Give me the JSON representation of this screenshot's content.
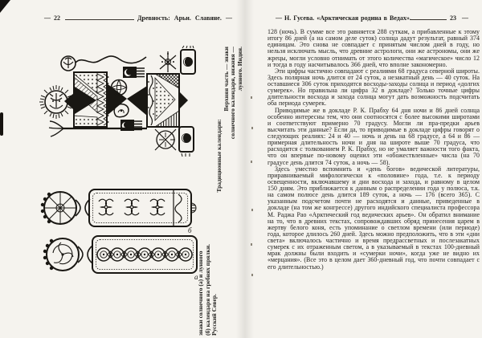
{
  "left_page": {
    "dash_left": "—",
    "page_number": "22",
    "running_title": "Древность:  Арьи.  Славяне.",
    "dash_right": "—",
    "figure": {
      "label_a": "а",
      "label_b": "б",
      "caption_heading": "Традиционные календари:",
      "caption_india": {
        "line1": "Верхняя часть — знаки",
        "line2": "солнечного календаря, нижняя —",
        "line3": "лунного. Индия."
      },
      "caption_russia": {
        "line1": "знаки солнечного (а) и лунного",
        "line2": "(б) календаря на гребнях прялки.",
        "line3": "Русский Север."
      }
    }
  },
  "right_page": {
    "dash_left": "—",
    "running_title": "Н. Гусева.  «Арктическая родина в Ведах».",
    "page_number": "23",
    "dash_right": "—",
    "paragraphs": {
      "p1": "128 (ночь). В сумме все это равняется 288 суткам, а прибавленные к этому итогу 86 дней (а на самом деле суток) солнца дадут результат, равный 374 единицам. Это снова не совпадает с принятым числом дней в году, но нельзя исключать мысль, что древние астрологи, они же астрономы, они же жрецы, могли условно отнимать от этого количества «магическое» число 12 и тогда в году насчитывалось 366 дней, что вполне закономерно.",
      "p2": "Эти цифры частично совпадают с реалиями 68 градуса северной широты. Здесь полярная ночь длится от 24 суток, а незакатный день — 40 суток. На оставшиеся 306 суток приходятся восходы-заходы солнца и период «долгих сумерек». Но правильна ли цифра 32 в докладе? Только точные цифры длительности восхода и захода солнца могут дать возможность подсчитать оба периода сумерек.",
      "p3": "Приводимые же в докладе Р. К. Прабху 64 дня ночи и 86 дней солнца особенно интересны тем, что они соотносятся с более высокими широтами и соответствуют примерно 70 градусу. Могли ли пра-предки арьев высчитать эти данные? Если да, то приводимые в докладе цифры говорят о следующих реалиях: 24 и 40 — ночь и день на 68 градусе, а 64 и 86 — примерная длительность ночи и дня на широте выше 70 градуса, что расходится с толкованием Р. К. Прабху, но не умаляет важности того факта, что он впервые по-новому оценил эти «обожествленные» числа (на 70 градусе день длится 74 суток, а ночь — 58).",
      "p4": "Здесь уместно вспомнить и «день богов» ведической литературы, приравниваемый мифологически к «половине» года, т.е. к периоду освещенности, включавшему и дни восхода и захода, и равному в целом 150 дням. Это приближается к данным о распределении года у полюса, т.к. на самом полюсе день длится 189 суток, а ночь — 176 (всего 365). С указанным подсчетом почти не расходятся и данные, приведенные в докладе (на том же конгрессе) другого индийского специалиста профессора М. Раджа Рао «Арктический год ведических арьев». Он обратил внимание на то, что в древних текстах, сопровождавших обряд принесения царем в жертву белого коня, есть упоминание о светлом времени (или периоде) года, которое длилось 260 дней. Здесь можно предположить, что в эти «дни света» включалось частично и время предрассветных и послезакатных сумерек с их отраженным светом, а в указываемый в текстах 100-дневный мрак должны были входить и «сумерки ночи», когда уже не видно их «мерцания». (Все это в целом дает 360-дневный год, что почти совпадает с его длительностью.)"
    }
  }
}
